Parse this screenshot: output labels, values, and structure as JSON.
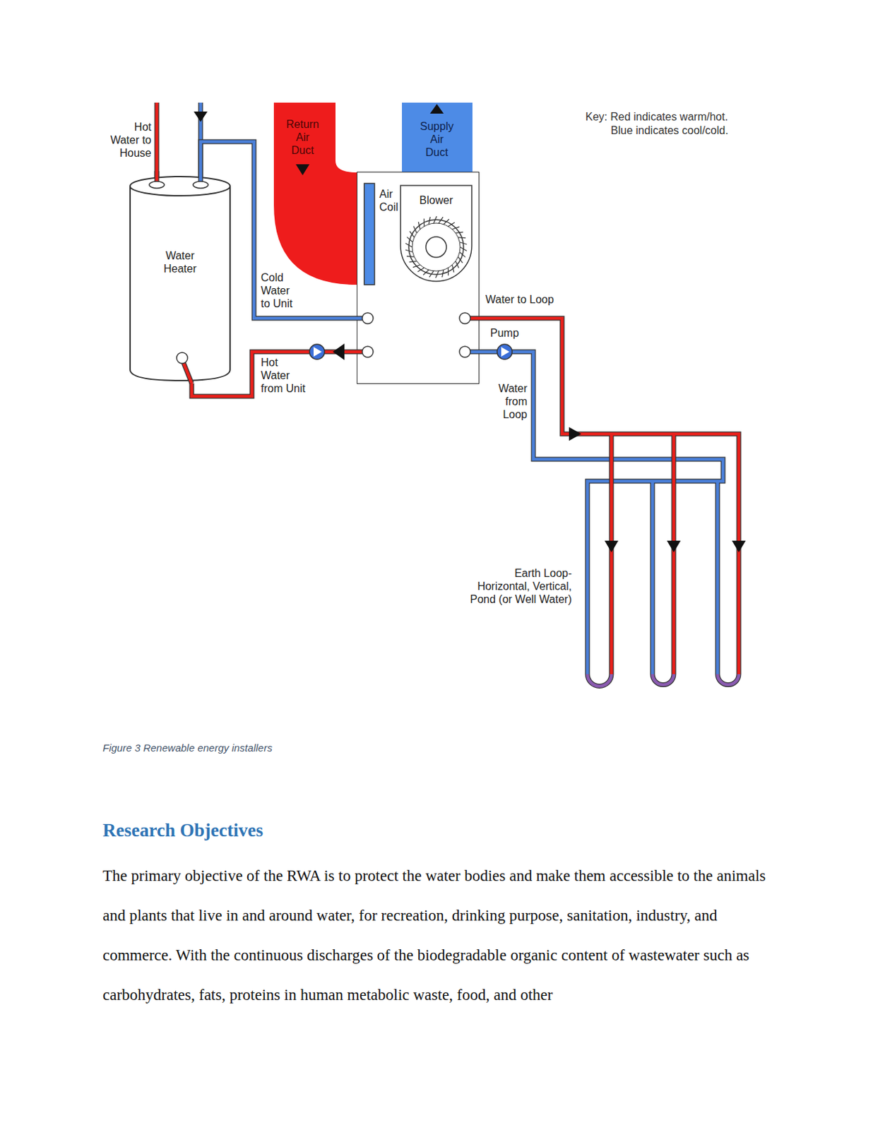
{
  "diagram": {
    "caption": "Figure 3 Renewable energy installers",
    "nodes": [
      {
        "text": [
          "Water Heater"
        ]
      },
      {
        "text": [
          "Return Air Duct"
        ]
      },
      {
        "text": [
          "Supply Air Duct"
        ]
      },
      {
        "text": [
          "Air Coil"
        ]
      },
      {
        "text": [
          "Blower"
        ],
        "in": 3
      },
      {
        "text": [
          "Earth Loop- Horizontal, Vertical, Pond (or Well Water)"
        ]
      }
    ],
    "edges": [
      {
        "from": 0,
        "to": 3,
        "arrow": "none",
        "label": "Cold Water to Unit"
      },
      {
        "from": 3,
        "to": 0,
        "arrow": "none",
        "label": "Hot Water from Unit"
      },
      {
        "from": 3,
        "to": 5,
        "arrow": "to",
        "label": "Water to Loop"
      },
      {
        "from": 5,
        "to": 3,
        "arrow": "none",
        "label": "Water from Loop"
      }
    ],
    "labels": [
      "Hot Water to House",
      "Pump",
      "Key: Red indicates warm/hot.",
      "Blue indicates cool/cold.",
      "Research Objectives",
      "The primary objective of the RWA is to protect the water bodies and make them accessible to the animals and plants that live in and around water, for recreation, drinking purpose, sanitation, industry, and commerce. With the continuous discharges of the biodegradable organic content of wastewater such as carbohydrates, fats, proteins in human metabolic waste, food, and other"
    ]
  }
}
